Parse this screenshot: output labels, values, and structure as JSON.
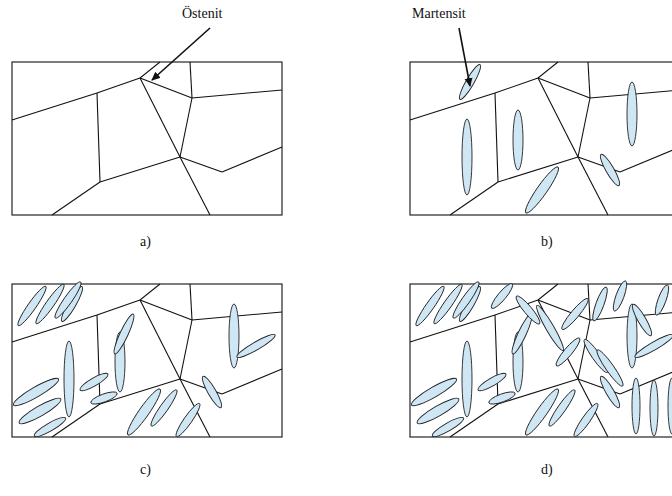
{
  "diagram": {
    "labels": [
      "Östenit",
      "Martensit",
      "a)",
      "b)",
      "c)",
      "d)"
    ]
  }
}
